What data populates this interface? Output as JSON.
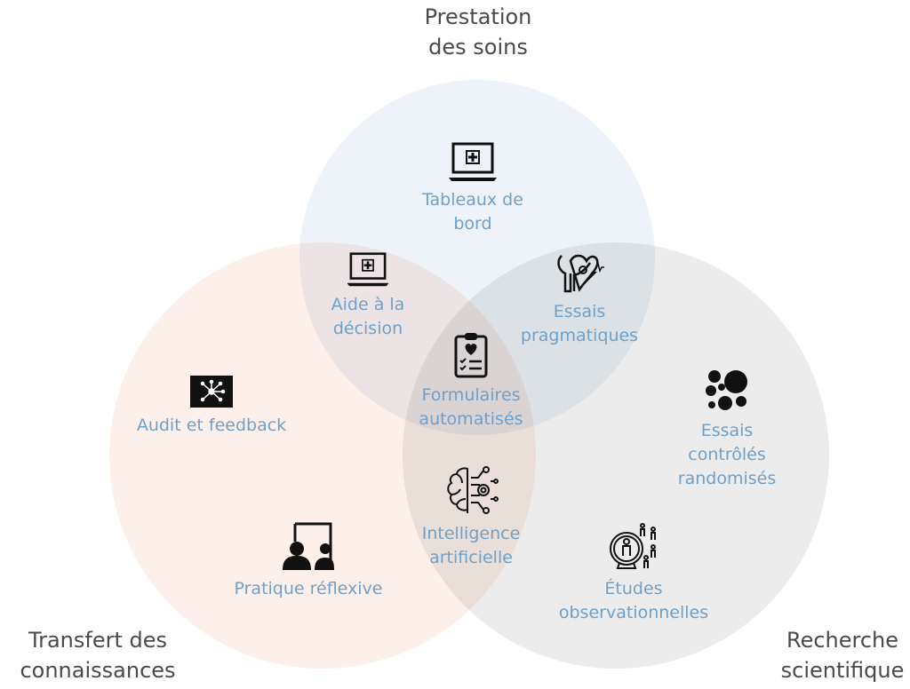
{
  "colors": {
    "circle_care": "#eef3f9",
    "circle_transfer": "#fdf0ea",
    "circle_research": "#ececec",
    "label": "#6fa0c9",
    "title": "#4a4a4a"
  },
  "titles": {
    "care": [
      "Prestation",
      "des soins"
    ],
    "transfer": [
      "Transfert des",
      "connaissances"
    ],
    "research": [
      "Recherche",
      "scientifique"
    ]
  },
  "items": [
    {
      "label": [
        "Tableaux de",
        "bord"
      ],
      "icon": "laptop-medical-icon"
    },
    {
      "label": [
        "Aide à la",
        "décision"
      ],
      "icon": "laptop-medical-icon"
    },
    {
      "label": [
        "Essais",
        "pragmatiques"
      ],
      "icon": "stethoscope-heart-icon"
    },
    {
      "label": [
        "Formulaires",
        "automatisés"
      ],
      "icon": "clipboard-heart-icon"
    },
    {
      "label": [
        "Audit et feedback"
      ],
      "icon": "network-screen-icon"
    },
    {
      "label": [
        "Essais",
        "contrôlés",
        "randomisés"
      ],
      "icon": "bubbles-icon"
    },
    {
      "label": [
        "Intelligence",
        "artificielle"
      ],
      "icon": "brain-circuit-icon"
    },
    {
      "label": [
        "Pratique réflexive"
      ],
      "icon": "mirror-person-icon"
    },
    {
      "label": [
        "Études",
        "observationnelles"
      ],
      "icon": "magnifier-people-icon"
    }
  ]
}
